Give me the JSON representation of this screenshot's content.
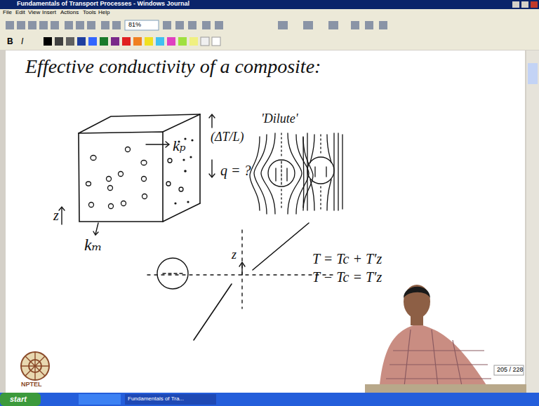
{
  "diagram": {
    "title": "Effective conductivity of a composite:",
    "labels": [
      "Fundamentals of Transport Processes - Windows Journal",
      "File",
      "Edit",
      "View",
      "Insert",
      "Actions",
      "Tools",
      "Help",
      "81%",
      "B",
      "I",
      "(ΔT/L)",
      "kₚ",
      "q = ?",
      "'Dilute'",
      "z",
      "kₘ",
      "z",
      "T = Tc + T′z",
      "T − Tc = T′z",
      "205 / 228",
      "NPTEL",
      "start",
      "Fundamentals of Tra..."
    ]
  }
}
